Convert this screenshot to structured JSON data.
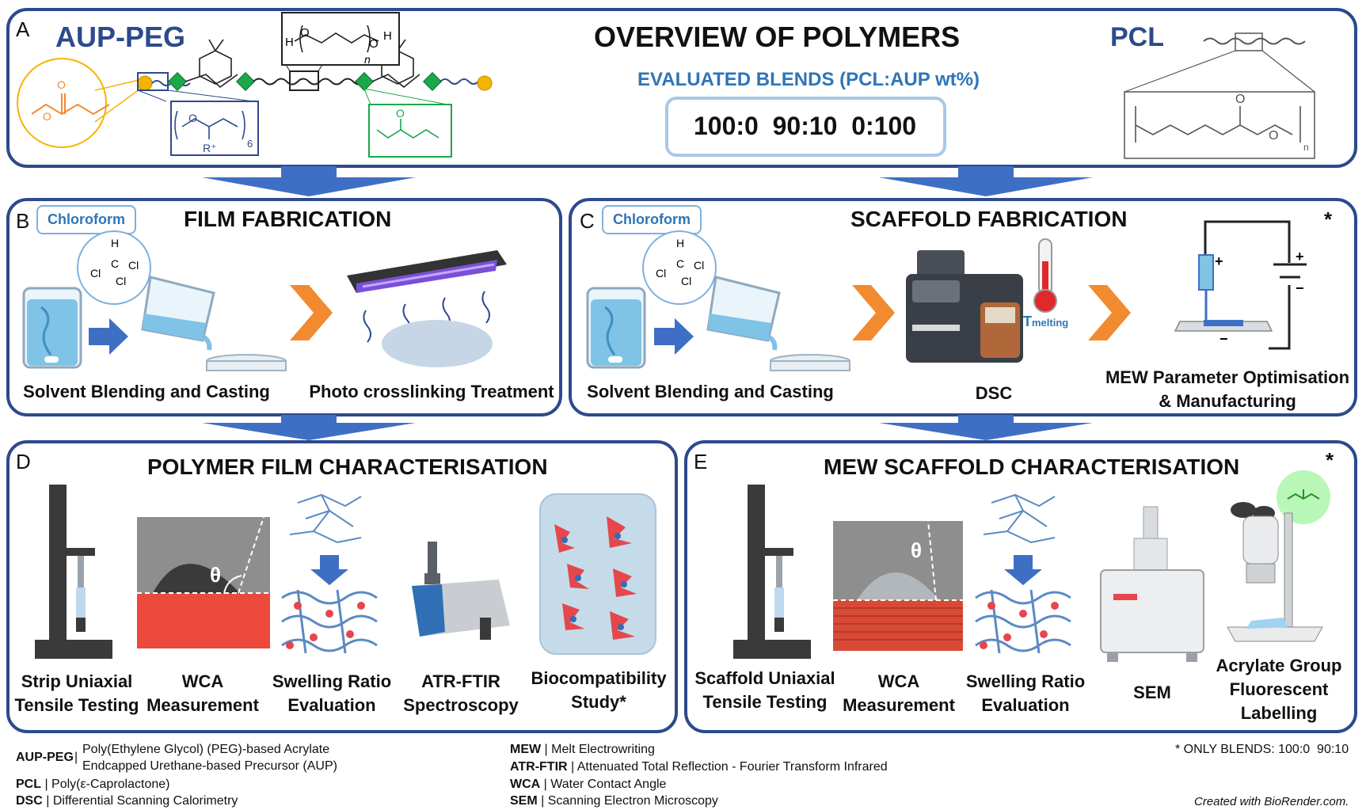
{
  "panel_a": {
    "letter": "A",
    "left_name": "AUP-PEG",
    "title": "OVERVIEW OF POLYMERS",
    "right_name": "PCL",
    "blends_label": "EVALUATED BLENDS (PCL:AUP wt%)",
    "blends_values": "100:0  90:10  0:100",
    "peg_repeat_n": "n",
    "pcl_repeat_n": "n",
    "unit_sub": "6",
    "unit_r": "R⁺"
  },
  "panel_b": {
    "letter": "B",
    "title": "FILM FABRICATION",
    "tag": "Chloroform",
    "caption_1": "Solvent Blending and Casting",
    "caption_2": "Photo crosslinking Treatment"
  },
  "panel_c": {
    "letter": "C",
    "title": "SCAFFOLD FABRICATION",
    "tag": "Chloroform",
    "star": "*",
    "caption_1": "Solvent Blending and Casting",
    "caption_2": "DSC",
    "caption_3": "MEW Parameter Optimisation\n& Manufacturing",
    "t_melting": "T",
    "t_melting_sub": "melting"
  },
  "panel_d": {
    "letter": "D",
    "title": "POLYMER FILM CHARACTERISATION",
    "theta": "θ",
    "caption_1": "Strip Uniaxial\nTensile Testing",
    "caption_2": "WCA\nMeasurement",
    "caption_3": "Swelling Ratio\nEvaluation",
    "caption_4": "ATR-FTIR\nSpectroscopy",
    "caption_5": "Biocompatibility\nStudy*"
  },
  "panel_e": {
    "letter": "E",
    "title": "MEW SCAFFOLD CHARACTERISATION",
    "star": "*",
    "theta": "θ",
    "caption_1": "Scaffold Uniaxial\nTensile Testing",
    "caption_2": "WCA\nMeasurement",
    "caption_3": "Swelling Ratio\nEvaluation",
    "caption_4": "SEM",
    "caption_5": "Acrylate Group\nFluorescent\nLabelling"
  },
  "chem_labels": {
    "h": "H",
    "cl": "Cl",
    "c": "C",
    "o": "O",
    "plus": "+",
    "minus": "−"
  },
  "legend": {
    "aup_peg_key": "AUP-PEG",
    "aup_peg_line1": "Poly(Ethylene Glycol) (PEG)-based Acrylate",
    "aup_peg_line2": "Endcapped Urethane-based Precursor (AUP)",
    "pcl_key": "PCL",
    "pcl_text": "Poly(ε-Caprolactone)",
    "dsc_key": "DSC",
    "dsc_text": "Differential Scanning Calorimetry",
    "mew_key": "MEW",
    "mew_text": "Melt Electrowriting",
    "atr_key": "ATR-FTIR",
    "atr_text": "Attenuated Total Reflection - Fourier Transform Infrared",
    "wca_key": "WCA",
    "wca_text": "Water Contact Angle",
    "sem_key": "SEM",
    "sem_text": "Scanning Electron Microscopy",
    "only_blends": "* ONLY BLENDS: 100:0  90:10",
    "credit": "Created with BioRender.com."
  },
  "colors": {
    "frame": "#2c4a8c",
    "arrow_blue": "#3e6fc4",
    "orange": "#f28a30",
    "blue_text": "#2e75b6",
    "red_cells": "#e5474d",
    "green": "#1aa84a",
    "yellow": "#f5b400"
  }
}
